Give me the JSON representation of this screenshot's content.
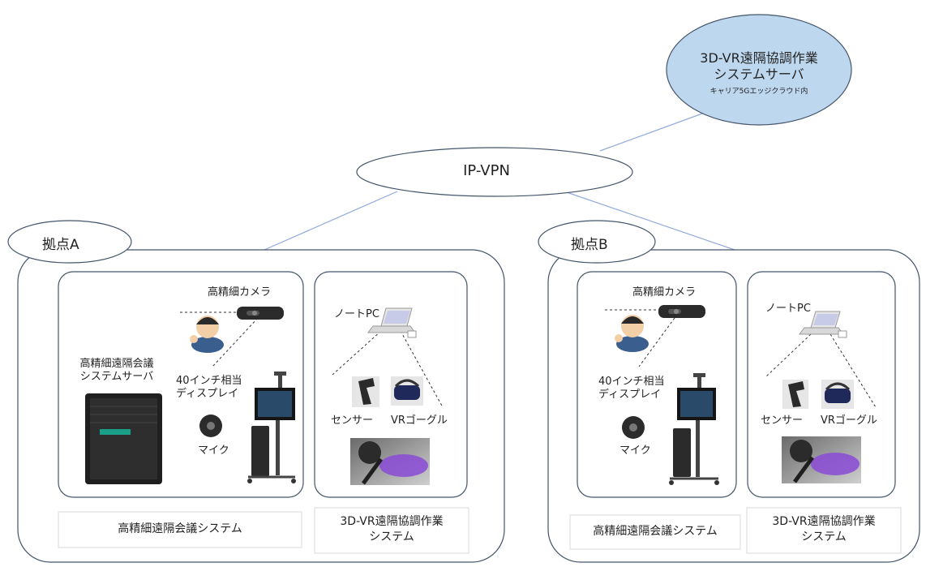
{
  "server": {
    "title_line1": "3D-VR遠隔協調作業",
    "title_line2": "システムサーバ",
    "subtitle": "キャリア5Gエッジクラウド内"
  },
  "network": {
    "label": "IP-VPN"
  },
  "sites": {
    "a": {
      "label": "拠点A",
      "conference": {
        "camera": "高精細カメラ",
        "server_line1": "高精細遠隔会議",
        "server_line2": "システムサーバ",
        "display_line1": "40インチ相当",
        "display_line2": "ディスプレイ",
        "mic": "マイク",
        "caption": "高精細遠隔会議システム"
      },
      "vr": {
        "laptop": "ノートPC",
        "sensor": "センサー",
        "goggles": "VRゴーグル",
        "caption_line1": "3D-VR遠隔協調作業",
        "caption_line2": "システム"
      }
    },
    "b": {
      "label": "拠点B",
      "conference": {
        "camera": "高精細カメラ",
        "display_line1": "40インチ相当",
        "display_line2": "ディスプレイ",
        "mic": "マイク",
        "caption": "高精細遠隔会議システム"
      },
      "vr": {
        "laptop": "ノートPC",
        "sensor": "センサー",
        "goggles": "VRゴーグル",
        "caption_line1": "3D-VR遠隔協調作業",
        "caption_line2": "システム"
      }
    }
  },
  "colors": {
    "server_fill": "#bdd7ee",
    "line": "#8faadc",
    "frame": "#44546a",
    "caption_border": "#d9d9d9"
  }
}
